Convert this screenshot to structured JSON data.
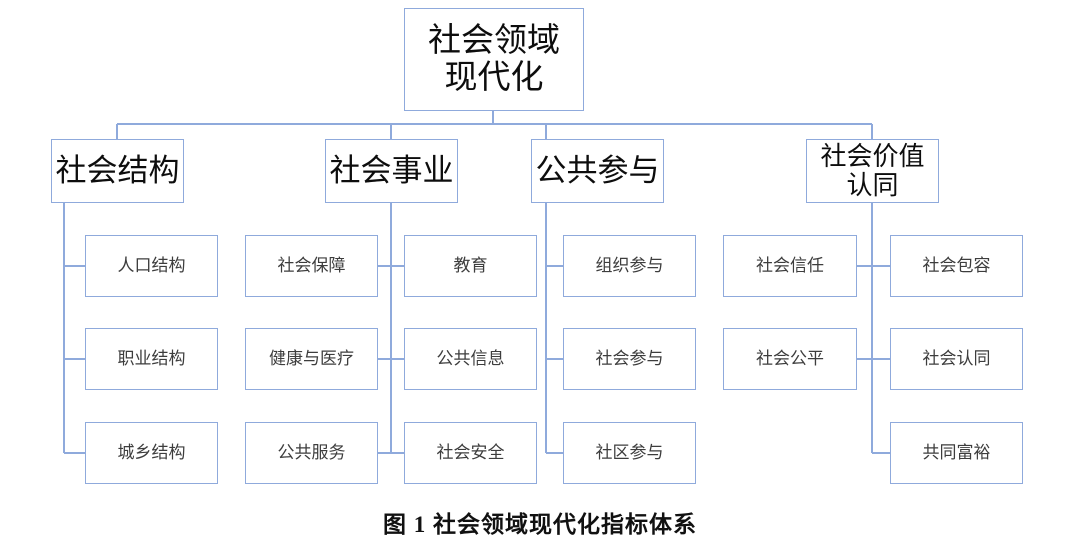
{
  "figure": {
    "caption": "图 1    社会领域现代化指标体系",
    "accent_color": "#8FAADC",
    "line_color": "#8FAADC",
    "text_color": "#0d0d0d",
    "background": "#ffffff"
  },
  "chart_data": {
    "type": "tree-diagram",
    "title": "社会领域现代化指标体系",
    "root": "社会领域现代化",
    "levels": 3,
    "branches": [
      {
        "label": "社会结构",
        "children": [
          "人口结构",
          "职业结构",
          "城乡结构"
        ]
      },
      {
        "label": "社会事业",
        "children": [
          "社会保障",
          "健康与医疗",
          "公共服务",
          "教育",
          "公共信息",
          "社会安全"
        ]
      },
      {
        "label": "公共参与",
        "children": [
          "组织参与",
          "社会参与",
          "社区参与"
        ]
      },
      {
        "label": "社会价值认同",
        "children": [
          "社会信任",
          "社会公平",
          "社会包容",
          "社会认同",
          "共同富裕"
        ]
      }
    ]
  },
  "nodes": {
    "root": {
      "label": "社会领域\n现代化"
    },
    "level2": [
      {
        "label": "社会结构"
      },
      {
        "label": "社会事业"
      },
      {
        "label": "公共参与"
      },
      {
        "label": "社会价值\n认同"
      }
    ],
    "columns": [
      {
        "parent": "社会结构",
        "items": [
          {
            "label": "人口结构"
          },
          {
            "label": "职业结构"
          },
          {
            "label": "城乡结构"
          }
        ]
      },
      {
        "parent": "社会事业",
        "items": [
          {
            "label": "社会保障"
          },
          {
            "label": "健康与医疗"
          },
          {
            "label": "公共服务"
          }
        ]
      },
      {
        "parent": "社会事业",
        "items": [
          {
            "label": "教育"
          },
          {
            "label": "公共信息"
          },
          {
            "label": "社会安全"
          }
        ]
      },
      {
        "parent": "公共参与",
        "items": [
          {
            "label": "组织参与"
          },
          {
            "label": "社会参与"
          },
          {
            "label": "社区参与"
          }
        ]
      },
      {
        "parent": "社会价值认同",
        "items": [
          {
            "label": "社会信任"
          },
          {
            "label": "社会公平"
          }
        ]
      },
      {
        "parent": "社会价值认同",
        "items": [
          {
            "label": "社会包容"
          },
          {
            "label": "社会认同"
          },
          {
            "label": "共同富裕"
          }
        ]
      }
    ]
  }
}
